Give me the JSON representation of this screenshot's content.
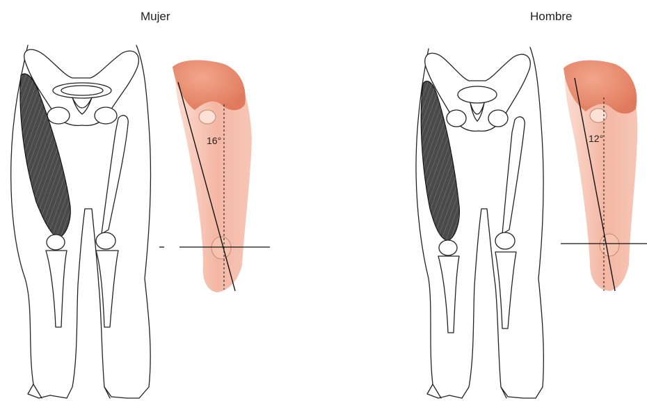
{
  "panels": {
    "female": {
      "title": "Mujer",
      "q_angle": "16°",
      "q_angle_value": 16
    },
    "male": {
      "title": "Hombre",
      "q_angle": "12°",
      "q_angle_value": 12
    }
  },
  "colors": {
    "thigh_fill": "#f3b3a0",
    "thigh_light": "#fbd9cc",
    "pelvis_fill": "#e98a6c",
    "line": "#1a1a1a",
    "muscle": "#4a4a4a"
  }
}
